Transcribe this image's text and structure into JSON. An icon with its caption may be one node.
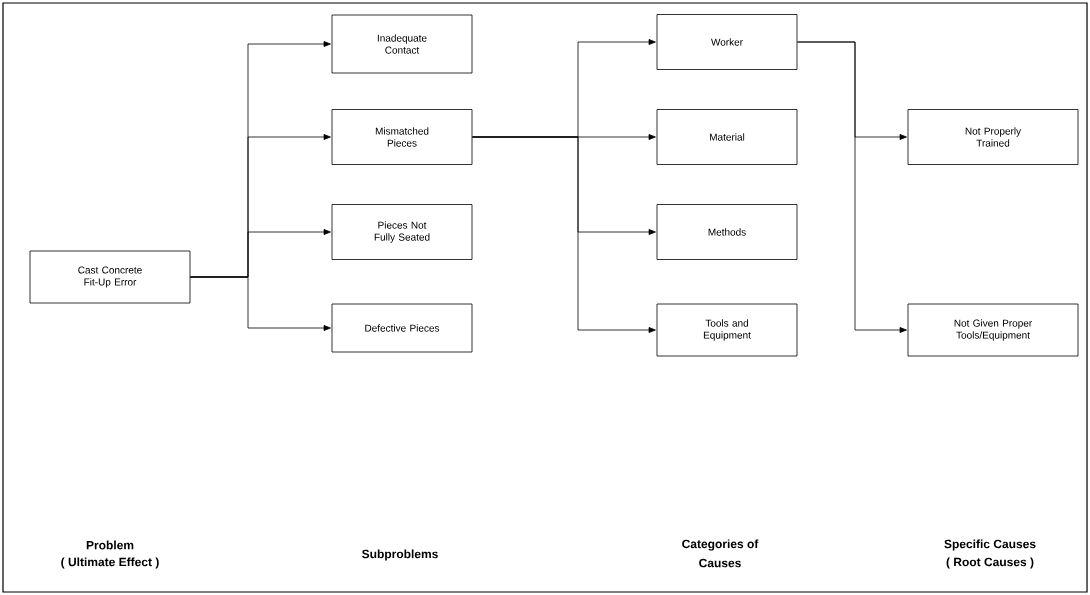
{
  "diagram": {
    "nodes": [
      {
        "text": [
          "Cast Concrete Fit-Up Error"
        ]
      },
      {
        "text": [
          "Inadequate Contact"
        ]
      },
      {
        "text": [
          "Mismatched Pieces"
        ]
      },
      {
        "text": [
          "Pieces Not Fully Seated"
        ]
      },
      {
        "text": [
          "Defective Pieces"
        ]
      },
      {
        "text": [
          "Worker"
        ]
      },
      {
        "text": [
          "Material"
        ]
      },
      {
        "text": [
          "Methods"
        ]
      },
      {
        "text": [
          "Tools and Equipment"
        ]
      },
      {
        "text": [
          "Not Properly Trained"
        ]
      },
      {
        "text": [
          "Not Given Proper Tools/Equipment"
        ]
      }
    ],
    "edges": [
      {
        "from": 0,
        "to": 1,
        "arrow": "to"
      },
      {
        "from": 0,
        "to": 2,
        "arrow": "to"
      },
      {
        "from": 0,
        "to": 3,
        "arrow": "to"
      },
      {
        "from": 0,
        "to": 4,
        "arrow": "to"
      },
      {
        "from": 2,
        "to": 5,
        "arrow": "to"
      },
      {
        "from": 2,
        "to": 6,
        "arrow": "to"
      },
      {
        "from": 2,
        "to": 7,
        "arrow": "to"
      },
      {
        "from": 2,
        "to": 8,
        "arrow": "to"
      },
      {
        "from": 5,
        "to": 9,
        "arrow": "to"
      },
      {
        "from": 5,
        "to": 10,
        "arrow": "to"
      }
    ],
    "labels": [
      "Problem",
      "( Ultimate Effect )",
      "Subproblems",
      "Categories of",
      "Causes",
      "Specific Causes",
      "( Root Causes )"
    ]
  }
}
